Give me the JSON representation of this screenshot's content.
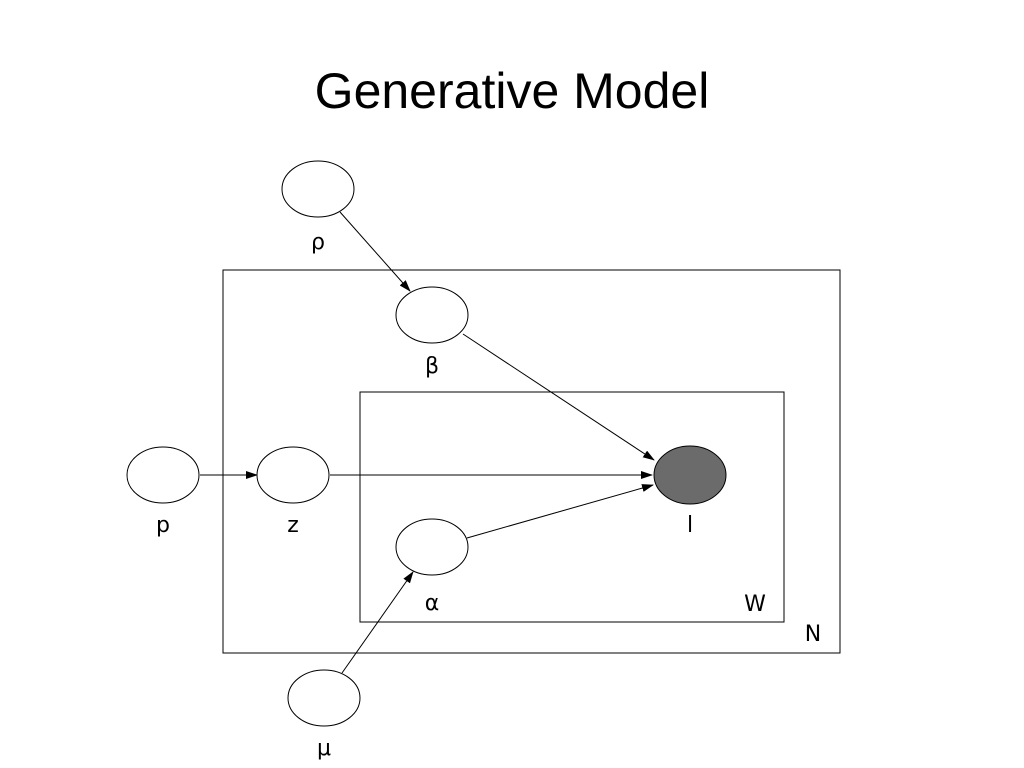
{
  "title": "Generative Model",
  "nodes": {
    "rho": "ρ",
    "beta": "β",
    "p": "p",
    "z": "z",
    "alpha": "α",
    "l": "l",
    "mu": "μ"
  },
  "plates": {
    "outer": "N",
    "inner": "W"
  },
  "colors": {
    "observed_fill": "#6b6b6b"
  }
}
